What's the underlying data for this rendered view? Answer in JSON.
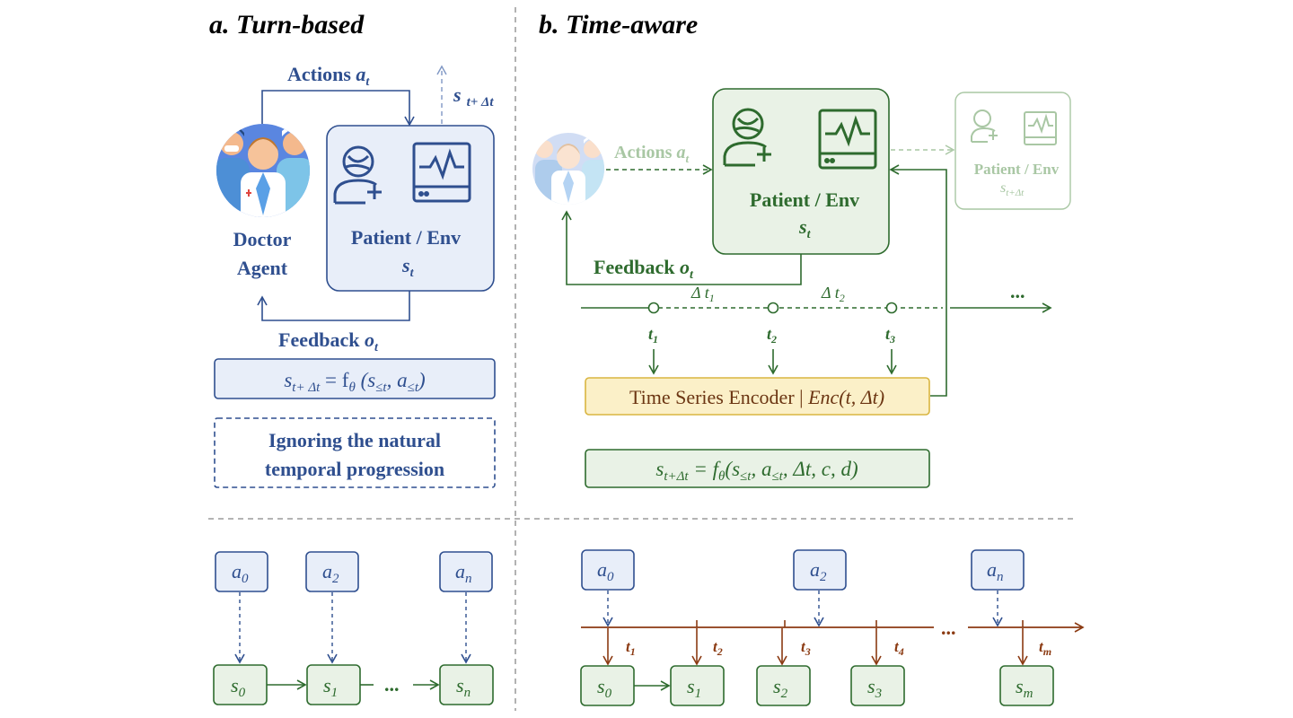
{
  "panel_a": {
    "title": "a. Turn-based",
    "actions": "Actions",
    "actions_sym": "a",
    "actions_sub": "t",
    "next_state_sym": "s",
    "next_state_sub": "t+ Δt",
    "doctor_line1": "Doctor",
    "doctor_line2": "Agent",
    "patient_label": "Patient / Env",
    "state_sym": "s",
    "state_sub": "t",
    "feedback": "Feedback",
    "feedback_sym": "o",
    "feedback_sub": "t",
    "formula": "sₜ₊ Δₜ = fθ (s≤t , a≤t )",
    "formula_parts": {
      "s": "s",
      "s_sub": "t+ Δt",
      "eq": " = f",
      "theta": "θ",
      "args_open": " (s",
      "le_t": "≤t",
      "comma_a": ", a",
      "le_t2": "≤t",
      "close": ")"
    },
    "note_line1": "Ignoring the natural",
    "note_line2": "temporal progression",
    "color": "#2f4f8f"
  },
  "panel_b": {
    "title": "b. Time-aware",
    "actions": "Actions",
    "actions_sym": "a",
    "actions_sub": "t",
    "patient_label": "Patient / Env",
    "state_sym": "s",
    "state_sub": "t",
    "ghost_label": "Patient / Env",
    "ghost_state": "s",
    "ghost_sub": "t+Δt",
    "feedback": "Feedback",
    "feedback_sym": "o",
    "feedback_sub": "t",
    "delta1": "Δ t",
    "delta1_sub": "1",
    "delta2": "Δ t",
    "delta2_sub": "2",
    "ellipsis": "...",
    "ticks": [
      {
        "sym": "t",
        "sub": "1"
      },
      {
        "sym": "t",
        "sub": "2"
      },
      {
        "sym": "t",
        "sub": "3"
      }
    ],
    "encoder_text": "Time Series Encoder | ",
    "encoder_fn": "Enc(t, Δt)",
    "formula_parts": {
      "s": "s",
      "s_sub": "t+Δt",
      "eq": " = f",
      "theta": "θ",
      "args": "(s",
      "le_t": "≤t",
      "comma_a": ", a",
      "le_t2": "≤t",
      "rest": ", Δt, c, d)"
    },
    "color": "#2e6b2e"
  },
  "bottom_a": {
    "actions": [
      {
        "sym": "a",
        "sub": "0"
      },
      {
        "sym": "a",
        "sub": "2"
      },
      {
        "sym": "a",
        "sub": "n"
      }
    ],
    "states": [
      {
        "sym": "s",
        "sub": "0"
      },
      {
        "sym": "s",
        "sub": "1"
      },
      {
        "sym": "s",
        "sub": "n"
      }
    ],
    "ellipsis": "..."
  },
  "bottom_b": {
    "actions": [
      {
        "sym": "a",
        "sub": "0"
      },
      {
        "sym": "a",
        "sub": "2"
      },
      {
        "sym": "a",
        "sub": "n"
      }
    ],
    "states": [
      {
        "sym": "s",
        "sub": "0"
      },
      {
        "sym": "s",
        "sub": "1"
      },
      {
        "sym": "s",
        "sub": "2"
      },
      {
        "sym": "s",
        "sub": "3"
      },
      {
        "sym": "s",
        "sub": "m"
      }
    ],
    "times": [
      {
        "sym": "t",
        "sub": "1"
      },
      {
        "sym": "t",
        "sub": "2"
      },
      {
        "sym": "t",
        "sub": "3"
      },
      {
        "sym": "t",
        "sub": "4"
      },
      {
        "sym": "t",
        "sub": "m"
      }
    ],
    "ellipsis": "..."
  },
  "colors": {
    "blue": "#2f4f8f",
    "blue_fill": "#e8eef9",
    "green": "#2e6b2e",
    "green_fill": "#e9f2e6",
    "ghost": "#a9c7a4",
    "brown": "#8b3a12",
    "encoder_fill": "#fbf0c8",
    "encoder_stroke": "#d9b540",
    "divider": "#888888"
  }
}
